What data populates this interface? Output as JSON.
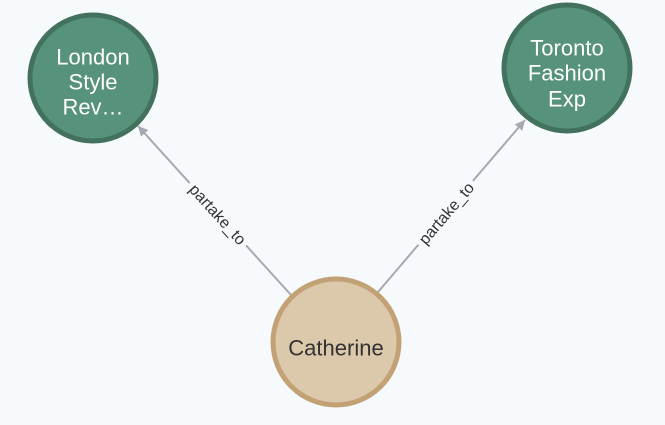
{
  "colors": {
    "background": "#f7fafd",
    "event_fill": "#57937a",
    "event_stroke": "#42715d",
    "event_text": "#ffffff",
    "person_fill": "#dcc8ab",
    "person_stroke": "#c2a275",
    "person_text": "#333333",
    "edge": "#a6a9b0",
    "edge_label": "#333333"
  },
  "graph": {
    "nodes": [
      {
        "id": "london",
        "type": "event",
        "label_lines": [
          "London",
          "Style",
          "Rev…"
        ]
      },
      {
        "id": "toronto",
        "type": "event",
        "label_lines": [
          "Toronto",
          "Fashion",
          "Exp"
        ]
      },
      {
        "id": "catherine",
        "type": "person",
        "label_lines": [
          "Catherine"
        ]
      }
    ],
    "edges": [
      {
        "source": "catherine",
        "target": "london",
        "label": "partake_to"
      },
      {
        "source": "catherine",
        "target": "toronto",
        "label": "partake_to"
      }
    ]
  }
}
